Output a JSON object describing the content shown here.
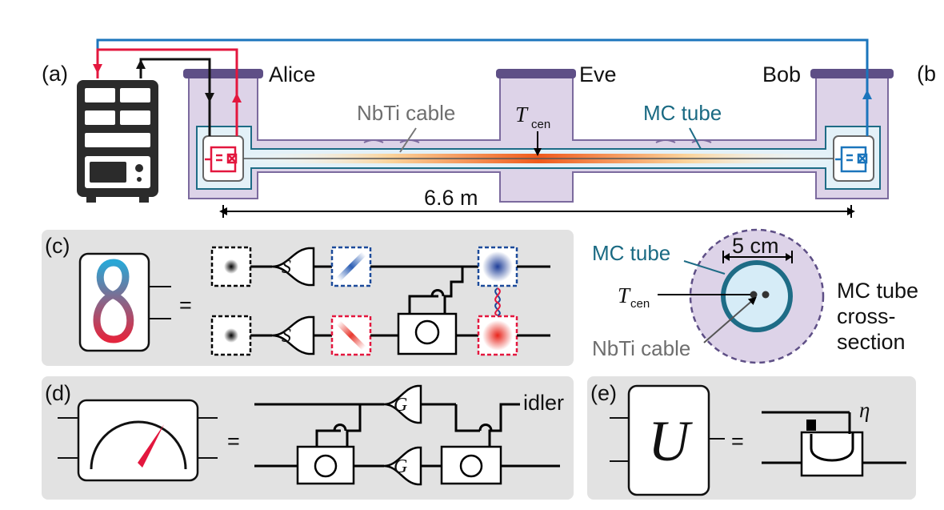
{
  "panels": {
    "a_label": "(a)",
    "b_label": "(b",
    "c_label": "(c)",
    "d_label": "(d)",
    "e_label": "(e)"
  },
  "nodes": {
    "alice": "Alice",
    "eve": "Eve",
    "bob": "Bob"
  },
  "cable": {
    "nbti_label": "NbTi cable",
    "mc_tube_label": "MC tube",
    "t_main": "T",
    "t_sub": "cen",
    "length": "6.6 m"
  },
  "cross_section": {
    "mc_tube_label": "MC tube",
    "diameter": "5 cm",
    "t_main": "T",
    "t_sub": "cen",
    "nbti_label": "NbTi cable",
    "title_line1": "MC tube",
    "title_line2": "cross-",
    "title_line3": "section"
  },
  "equations": {
    "equals": "=",
    "squeezer": "S",
    "amplifier": "G",
    "unitary": "U",
    "idler": "idler",
    "eta": "η"
  },
  "colors": {
    "red": "#e3173e",
    "blue": "#1b75bc",
    "purple_fill": "#ddd3e8",
    "purple_stroke": "#6a5a8c",
    "panel_gray": "#e2e2e2",
    "tube_teal": "#1e6c86"
  }
}
